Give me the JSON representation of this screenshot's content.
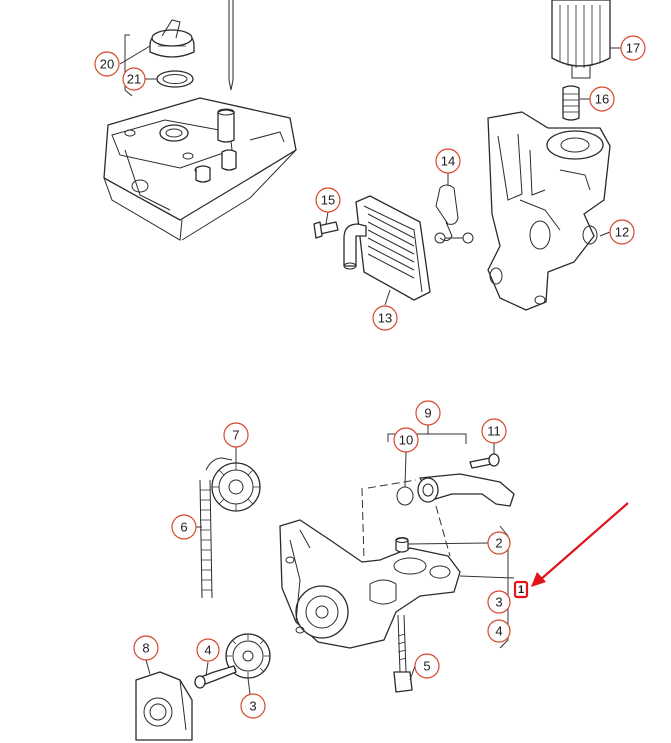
{
  "diagram": {
    "callouts": [
      {
        "key": "c1",
        "label": "1"
      },
      {
        "key": "c2",
        "label": "2"
      },
      {
        "key": "c3a",
        "label": "3"
      },
      {
        "key": "c3b",
        "label": "3"
      },
      {
        "key": "c4a",
        "label": "4"
      },
      {
        "key": "c4b",
        "label": "4"
      },
      {
        "key": "c5",
        "label": "5"
      },
      {
        "key": "c6",
        "label": "6"
      },
      {
        "key": "c7",
        "label": "7"
      },
      {
        "key": "c8",
        "label": "8"
      },
      {
        "key": "c9",
        "label": "9"
      },
      {
        "key": "c10",
        "label": "10"
      },
      {
        "key": "c11",
        "label": "11"
      },
      {
        "key": "c12",
        "label": "12"
      },
      {
        "key": "c13",
        "label": "13"
      },
      {
        "key": "c14",
        "label": "14"
      },
      {
        "key": "c15",
        "label": "15"
      },
      {
        "key": "c16",
        "label": "16"
      },
      {
        "key": "c17",
        "label": "17"
      },
      {
        "key": "c20",
        "label": "20"
      },
      {
        "key": "c21",
        "label": "21"
      }
    ],
    "highlight_color": "#e0141b",
    "callout_ring_color": "#d5492b"
  }
}
